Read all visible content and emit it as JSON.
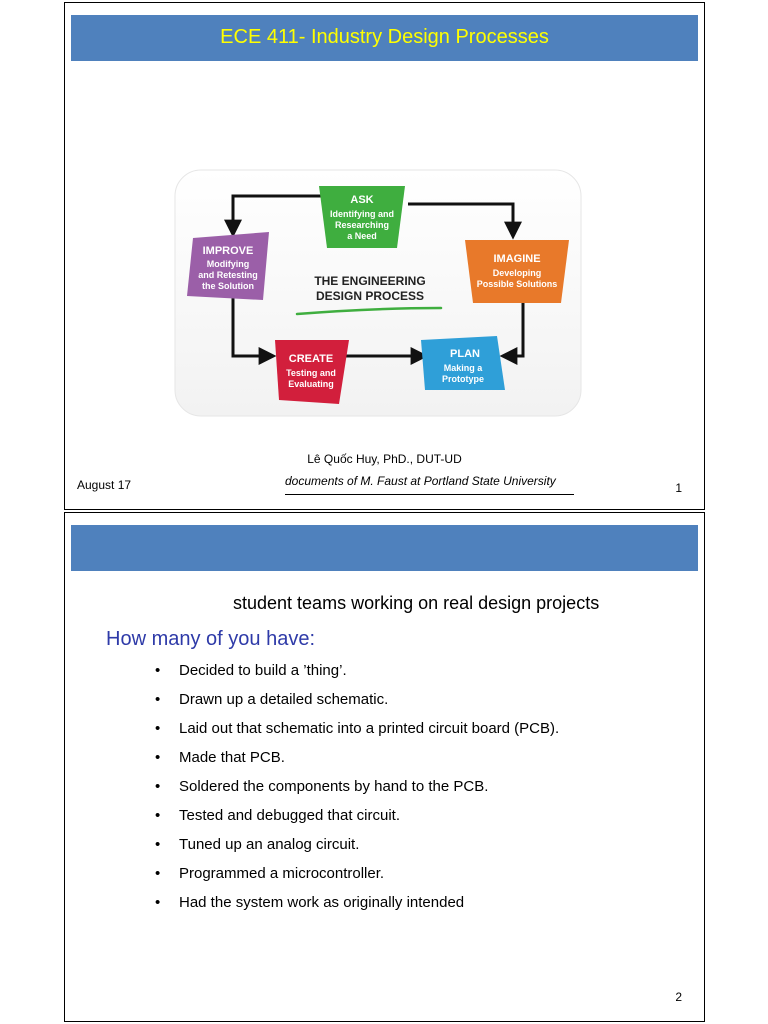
{
  "slide1": {
    "title": "ECE 411- Industry Design Processes",
    "diagram": {
      "center_title_line1": "THE ENGINEERING",
      "center_title_line2": "DESIGN PROCESS",
      "ask": {
        "title": "ASK",
        "lines": [
          "Identifying and",
          "Researching",
          "a Need"
        ]
      },
      "imagine": {
        "title": "IMAGINE",
        "lines": [
          "Developing",
          "Possible Solutions"
        ]
      },
      "plan": {
        "title": "PLAN",
        "lines": [
          "Making a",
          "Prototype"
        ]
      },
      "create": {
        "title": "CREATE",
        "lines": [
          "Testing and",
          "Evaluating"
        ]
      },
      "improve": {
        "title": "IMPROVE",
        "lines": [
          "Modifying",
          "and Retesting",
          "the Solution"
        ]
      },
      "colors": {
        "ask": "#3fae3f",
        "imagine": "#e8792a",
        "plan": "#2f9fd8",
        "create": "#d21f3c",
        "improve": "#9b5fa8"
      }
    },
    "author": "Lê Quốc Huy, PhD., DUT-UD",
    "credit": "documents of M. Faust at Portland State University",
    "date": "August 17",
    "page": "1"
  },
  "slide2": {
    "subtitle": "student teams working on real design projects",
    "heading": "How many of you have:",
    "bullets": [
      "Decided to build a ’thing’.",
      "Drawn up a detailed schematic.",
      "Laid out that schematic into a printed circuit board (PCB).",
      "Made that PCB.",
      "Soldered the components by hand to the PCB.",
      "Tested and debugged that circuit.",
      "Tuned up an analog circuit.",
      "Programmed a microcontroller.",
      "Had the system work as originally intended"
    ],
    "page": "2"
  }
}
